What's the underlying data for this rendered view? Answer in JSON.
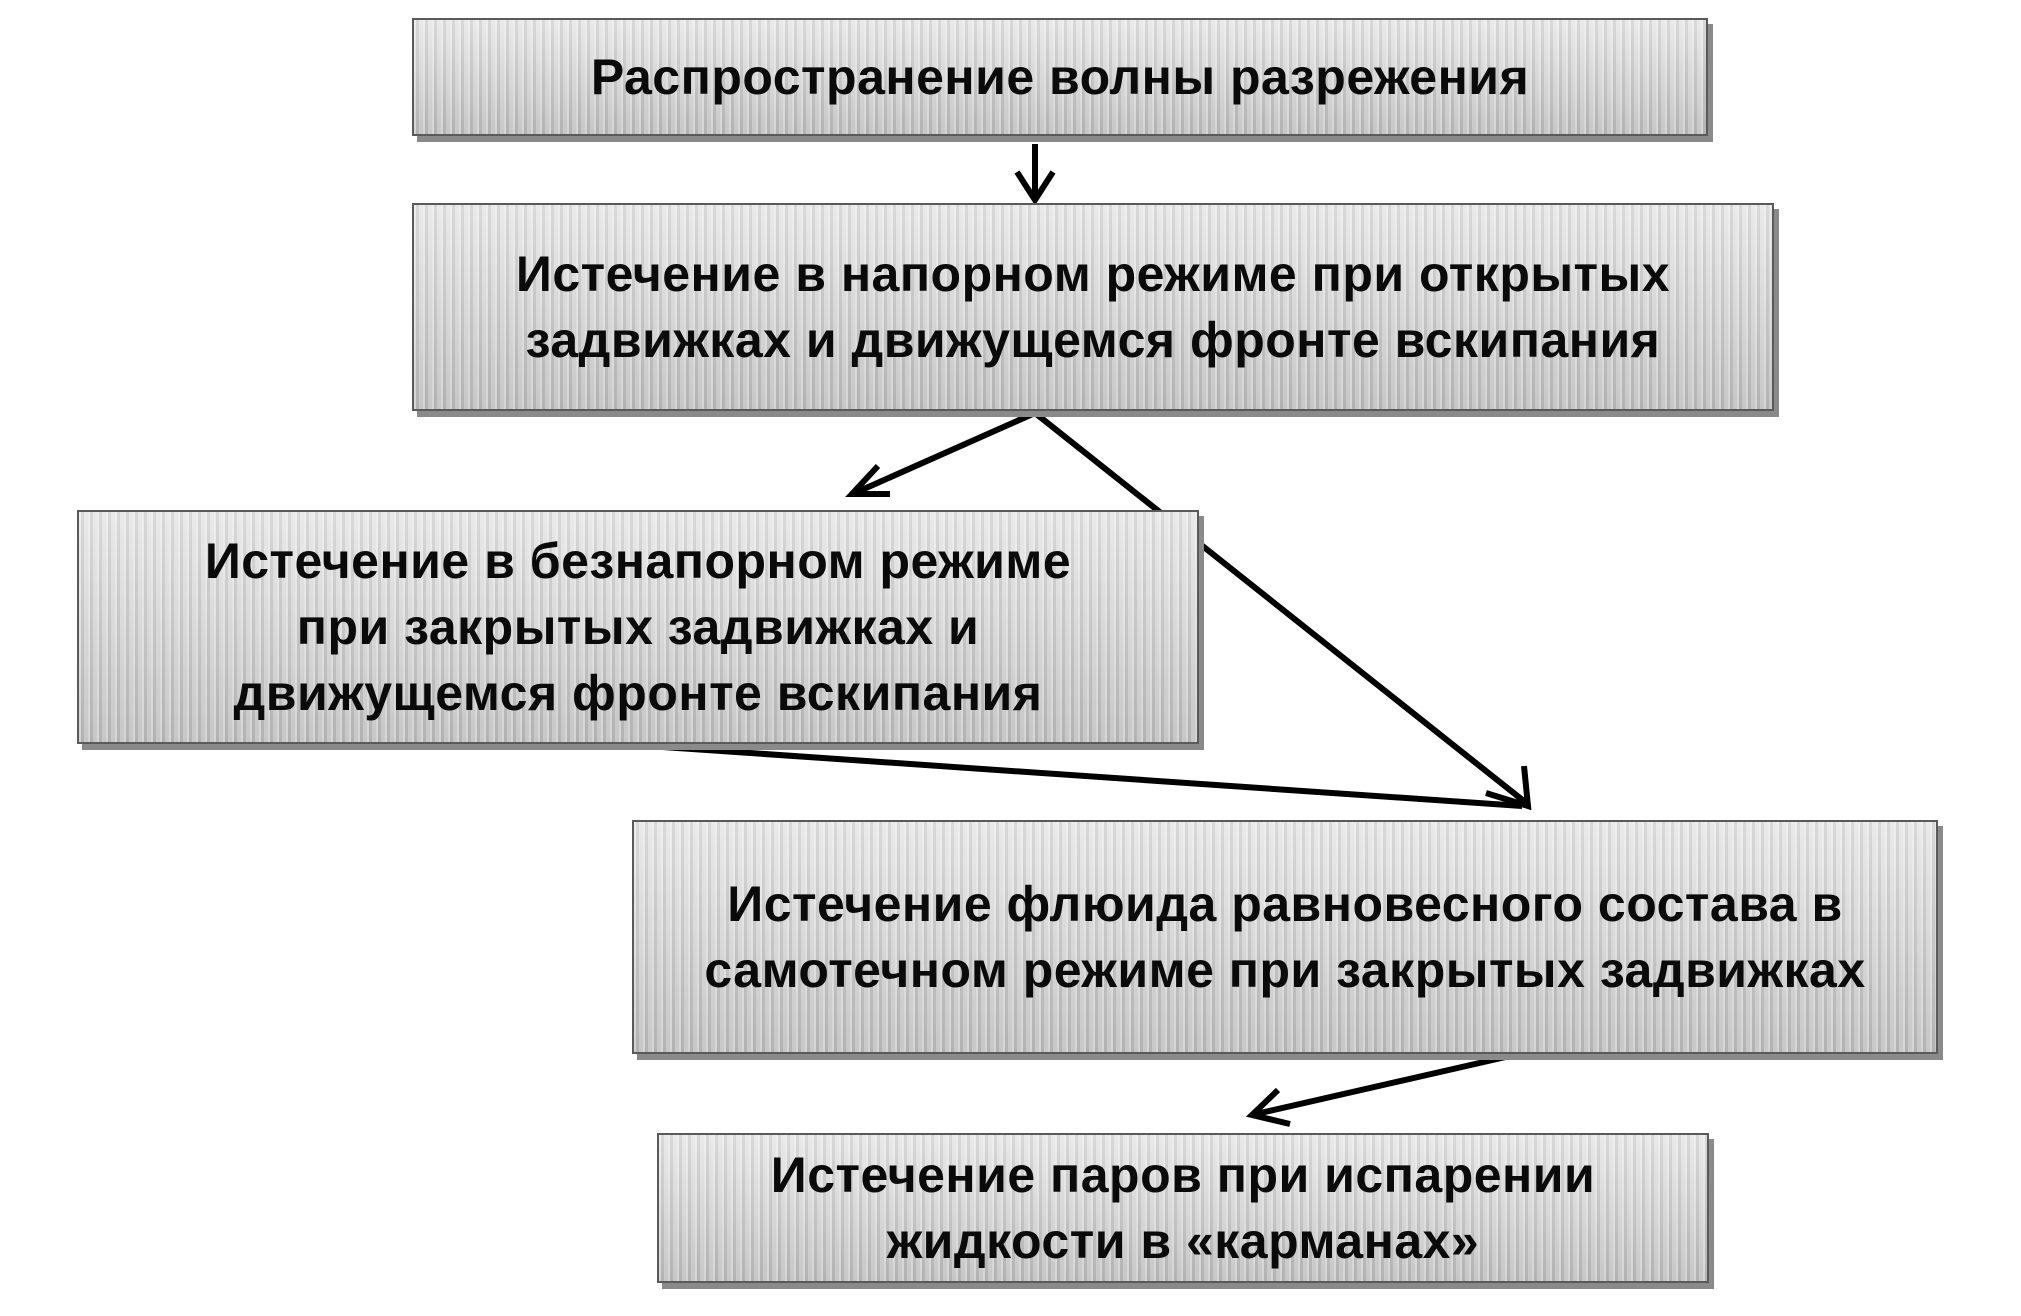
{
  "diagram": {
    "nodes": [
      {
        "id": "n1",
        "text": "Распространение волны разрежения"
      },
      {
        "id": "n2",
        "text": "Истечение в напорном режиме при открытых задвижках и движущемся фронте вскипания"
      },
      {
        "id": "n3",
        "text": "Истечение в безнапорном режиме при закрытых задвижках и движущемся фронте вскипания"
      },
      {
        "id": "n4",
        "text": "Истечение флюида равновесного состава в самотечном режиме при закрытых задвижках"
      },
      {
        "id": "n5",
        "text": "Истечение паров при испарении жидкости в «карманах»"
      }
    ],
    "edges": [
      {
        "from": "n1",
        "to": "n2"
      },
      {
        "from": "n2",
        "to": "n3"
      },
      {
        "from": "n2",
        "to": "n4"
      },
      {
        "from": "n3",
        "to": "n4"
      },
      {
        "from": "n4",
        "to": "n5"
      }
    ]
  },
  "colors": {
    "box_fill": "#d4d4d4",
    "box_border": "#5a5a5a",
    "arrow": "#000000",
    "text": "#0a0a0a"
  }
}
